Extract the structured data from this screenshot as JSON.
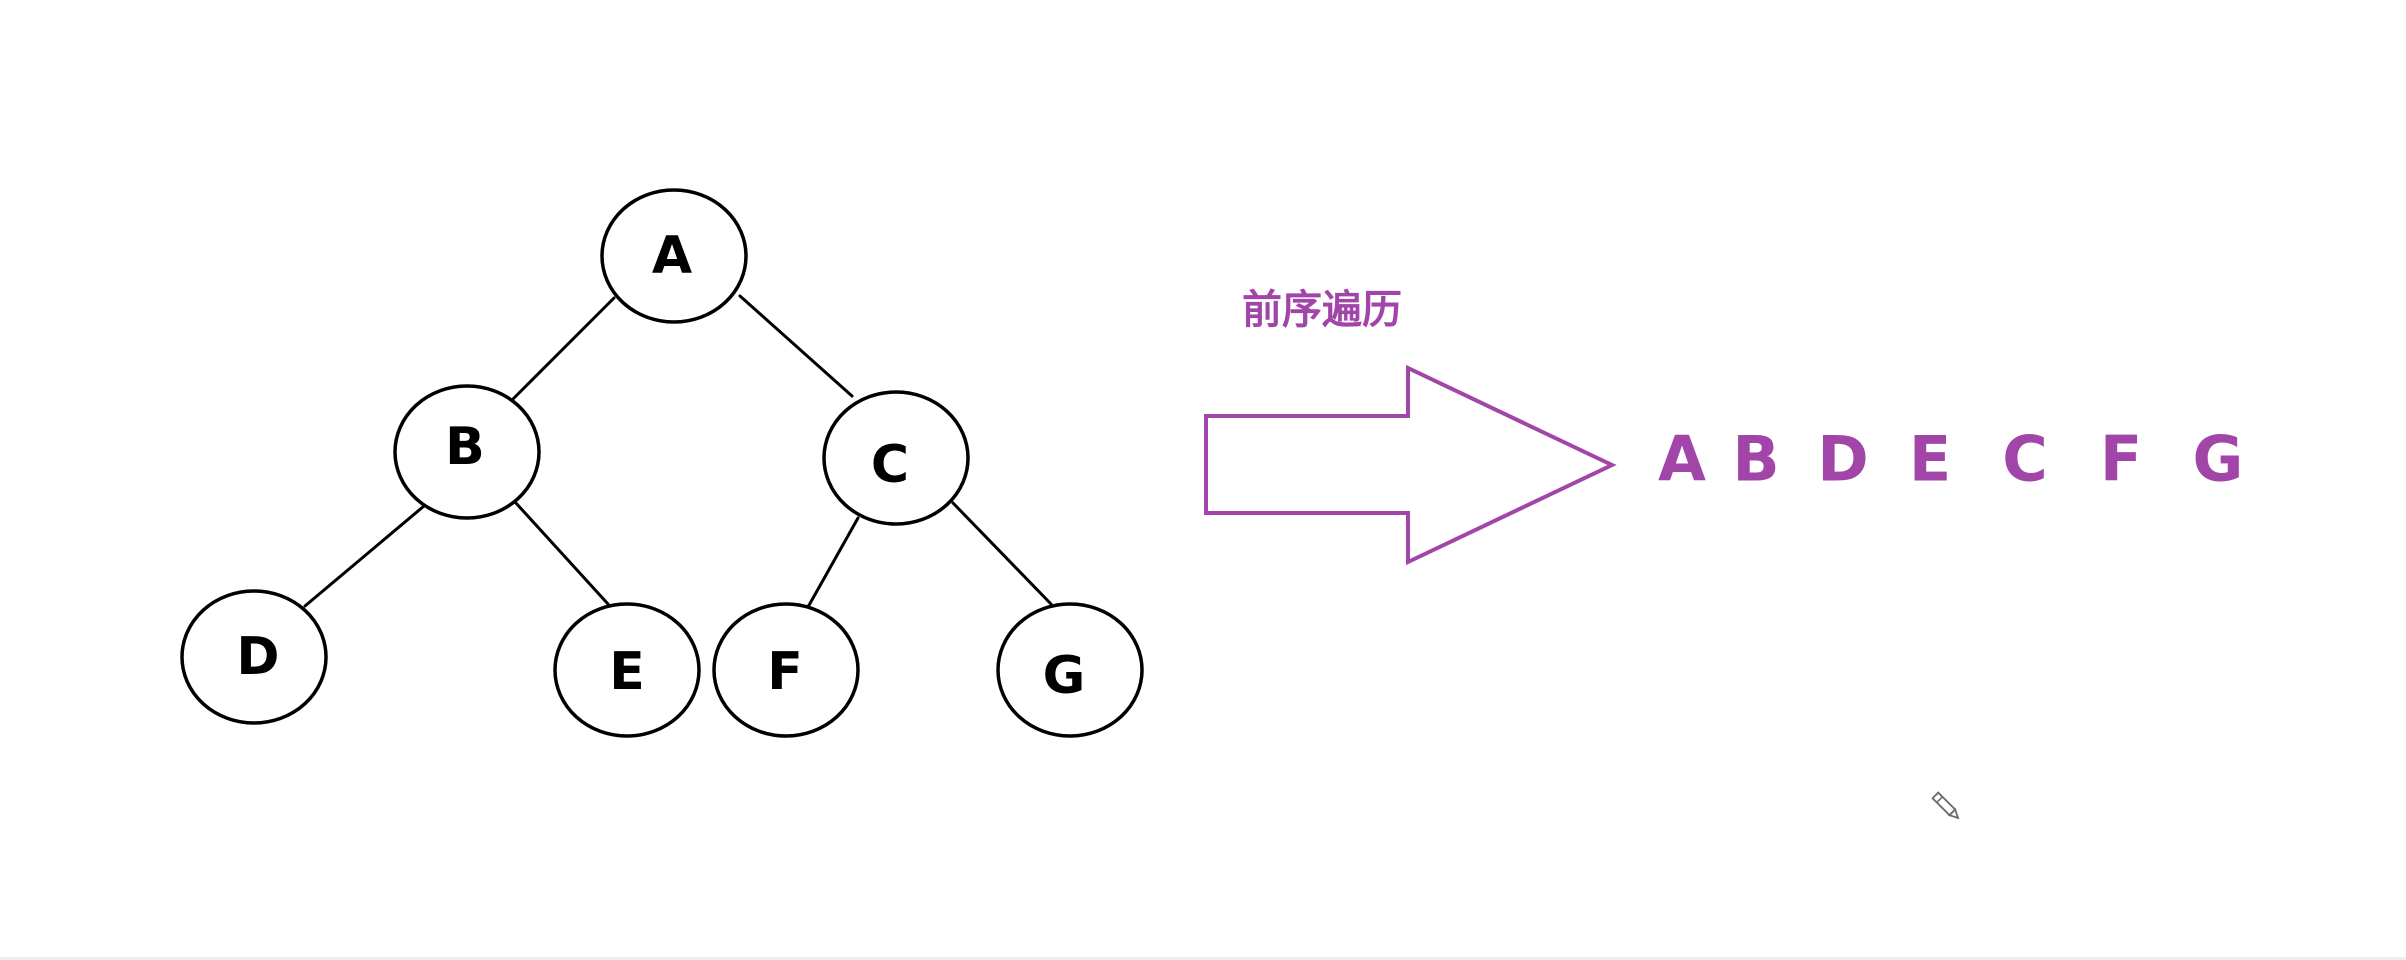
{
  "tree": {
    "nodes": [
      {
        "id": "A",
        "label": "A"
      },
      {
        "id": "B",
        "label": "B"
      },
      {
        "id": "C",
        "label": "C"
      },
      {
        "id": "D",
        "label": "D"
      },
      {
        "id": "E",
        "label": "E"
      },
      {
        "id": "F",
        "label": "F"
      },
      {
        "id": "G",
        "label": "G"
      }
    ],
    "edges": [
      {
        "from": "A",
        "to": "B"
      },
      {
        "from": "A",
        "to": "C"
      },
      {
        "from": "B",
        "to": "D"
      },
      {
        "from": "B",
        "to": "E"
      },
      {
        "from": "C",
        "to": "F"
      },
      {
        "from": "C",
        "to": "G"
      }
    ]
  },
  "traversal": {
    "title": "前序遍历",
    "sequence": [
      "A",
      "B",
      "D",
      "E",
      "C",
      "F",
      "G"
    ]
  },
  "colors": {
    "accent": "#a146a8",
    "line": "#000000",
    "background": "#ffffff"
  },
  "icons": {
    "cursor": "pencil-icon"
  }
}
